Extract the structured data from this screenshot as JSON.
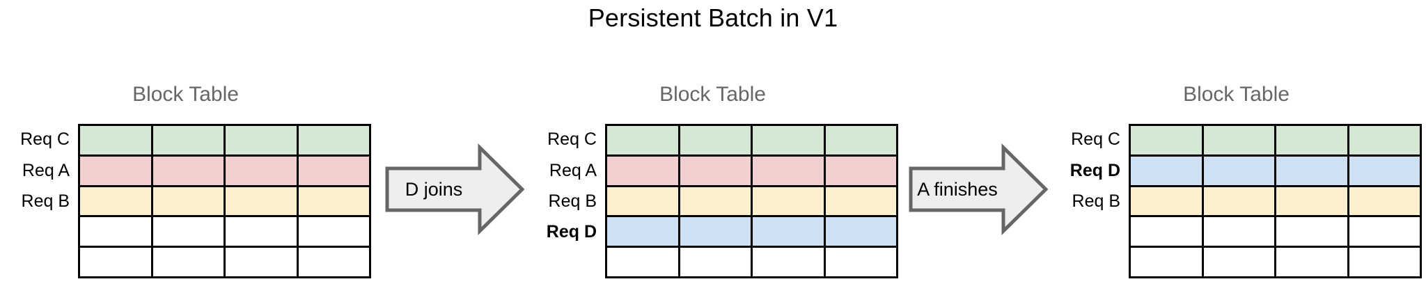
{
  "title": "Persistent Batch in V1",
  "palette": {
    "green": "#d5e8d4",
    "pink": "#f2d0d0",
    "yellow": "#fdf0ce",
    "blue": "#cfe0f2",
    "empty": "#ffffff",
    "grid_line": "#000000",
    "heading_gray": "#666666",
    "arrow_fill": "#eeeeee",
    "arrow_stroke": "#666666",
    "title_color": "#000000"
  },
  "stages": [
    {
      "heading": "Block Table",
      "columns": 4,
      "rows": [
        {
          "label": "Req C",
          "bold": false,
          "color_key": "green"
        },
        {
          "label": "Req A",
          "bold": false,
          "color_key": "pink"
        },
        {
          "label": "Req B",
          "bold": false,
          "color_key": "yellow"
        },
        {
          "label": "",
          "bold": false,
          "color_key": "empty"
        },
        {
          "label": "",
          "bold": false,
          "color_key": "empty"
        }
      ]
    },
    {
      "heading": "Block Table",
      "columns": 4,
      "rows": [
        {
          "label": "Req C",
          "bold": false,
          "color_key": "green"
        },
        {
          "label": "Req A",
          "bold": false,
          "color_key": "pink"
        },
        {
          "label": "Req B",
          "bold": false,
          "color_key": "yellow"
        },
        {
          "label": "Req D",
          "bold": true,
          "color_key": "blue"
        },
        {
          "label": "",
          "bold": false,
          "color_key": "empty"
        }
      ]
    },
    {
      "heading": "Block Table",
      "columns": 4,
      "rows": [
        {
          "label": "Req C",
          "bold": false,
          "color_key": "green"
        },
        {
          "label": "Req D",
          "bold": true,
          "color_key": "blue"
        },
        {
          "label": "Req B",
          "bold": false,
          "color_key": "yellow"
        },
        {
          "label": "",
          "bold": false,
          "color_key": "empty"
        },
        {
          "label": "",
          "bold": false,
          "color_key": "empty"
        }
      ]
    }
  ],
  "transitions": [
    {
      "label": "D joins"
    },
    {
      "label": "A finishes"
    }
  ]
}
